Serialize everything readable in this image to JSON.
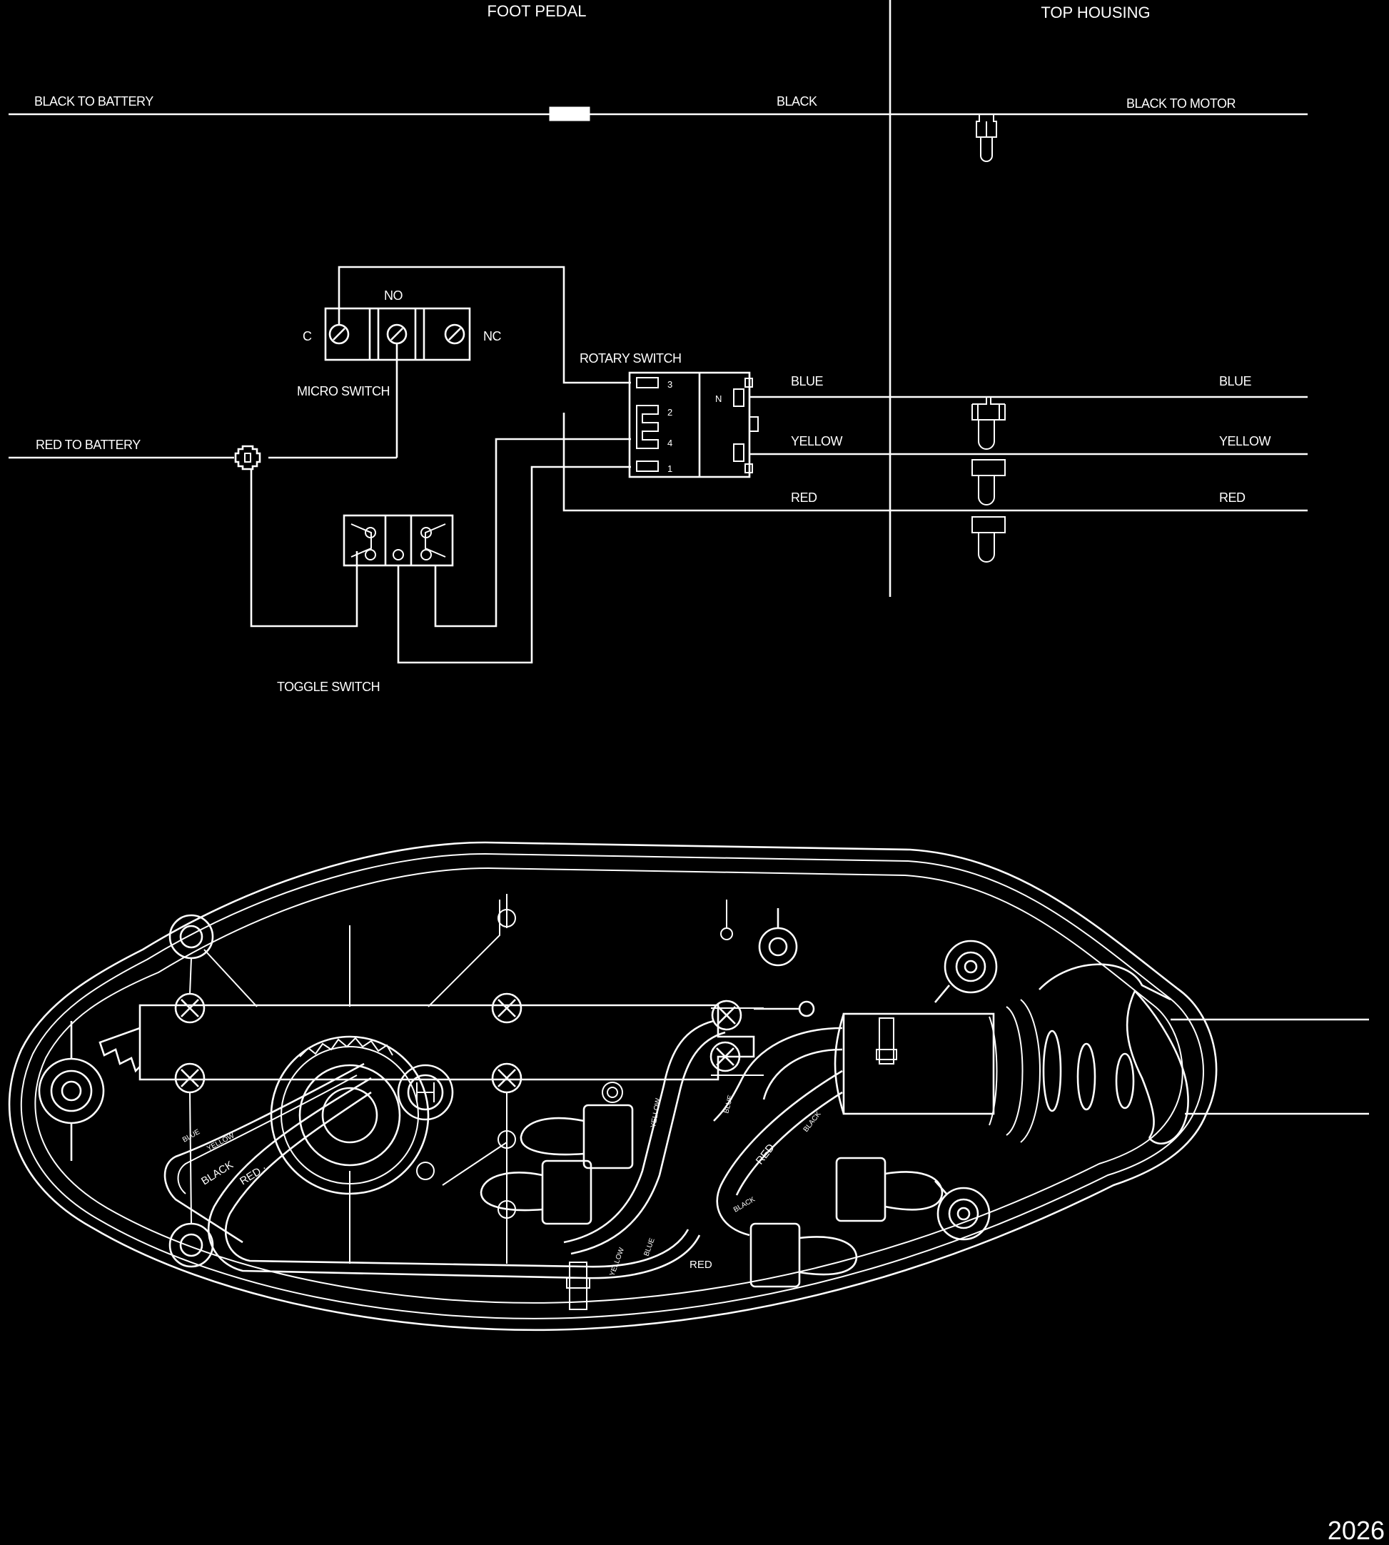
{
  "sections": {
    "foot_pedal": "FOOT PEDAL",
    "top_housing": "TOP HOUSING"
  },
  "wires": {
    "black_to_battery": "BLACK TO BATTERY",
    "black": "BLACK",
    "black_to_motor": "BLACK TO MOTOR",
    "red_to_battery": "RED TO BATTERY",
    "blue": "BLUE",
    "yellow": "YELLOW",
    "red": "RED"
  },
  "components": {
    "micro_switch": {
      "label": "MICRO SWITCH",
      "terminal_c": "C",
      "terminal_no": "NO",
      "terminal_nc": "NC"
    },
    "rotary_switch": {
      "label": "ROTARY SWITCH",
      "n": "N",
      "terminals": [
        "3",
        "2",
        "4",
        "1"
      ]
    },
    "toggle_switch": {
      "label": "TOGGLE SWITCH"
    }
  },
  "housing_wire_labels": {
    "blue": "BLUE",
    "yellow": "YELLOW",
    "black": "BLACK",
    "red": "RED",
    "red_dot": "RED ·"
  },
  "figure_number": "2026"
}
